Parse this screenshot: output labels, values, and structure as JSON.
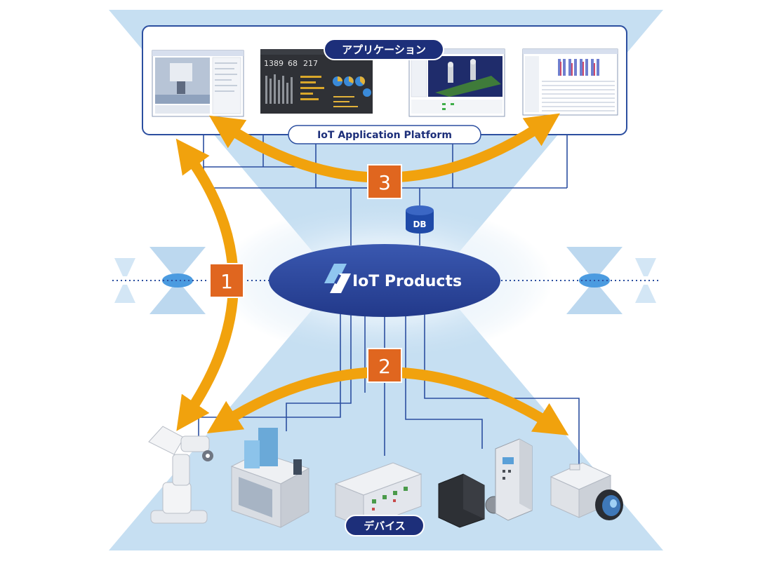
{
  "top_label": "アプリケーション",
  "platform_label": "IoT Application Platform",
  "center_label": "IoT Products",
  "db_label": "DB",
  "bottom_label": "デバイス",
  "markers": [
    "1",
    "2",
    "3"
  ],
  "screens": {
    "dashboard": {
      "val_a": "1389",
      "val_b": "68",
      "val_c": "217"
    }
  },
  "colors": {
    "background_light": "#cfe3f3",
    "hourglass": "#b9d7ee",
    "navy": "#1d2f7a",
    "line_blue": "#2f4f9c",
    "orange_arrow": "#f1a20d",
    "marker_fill": "#e0661f",
    "ellipse": "#2e4aa0"
  }
}
